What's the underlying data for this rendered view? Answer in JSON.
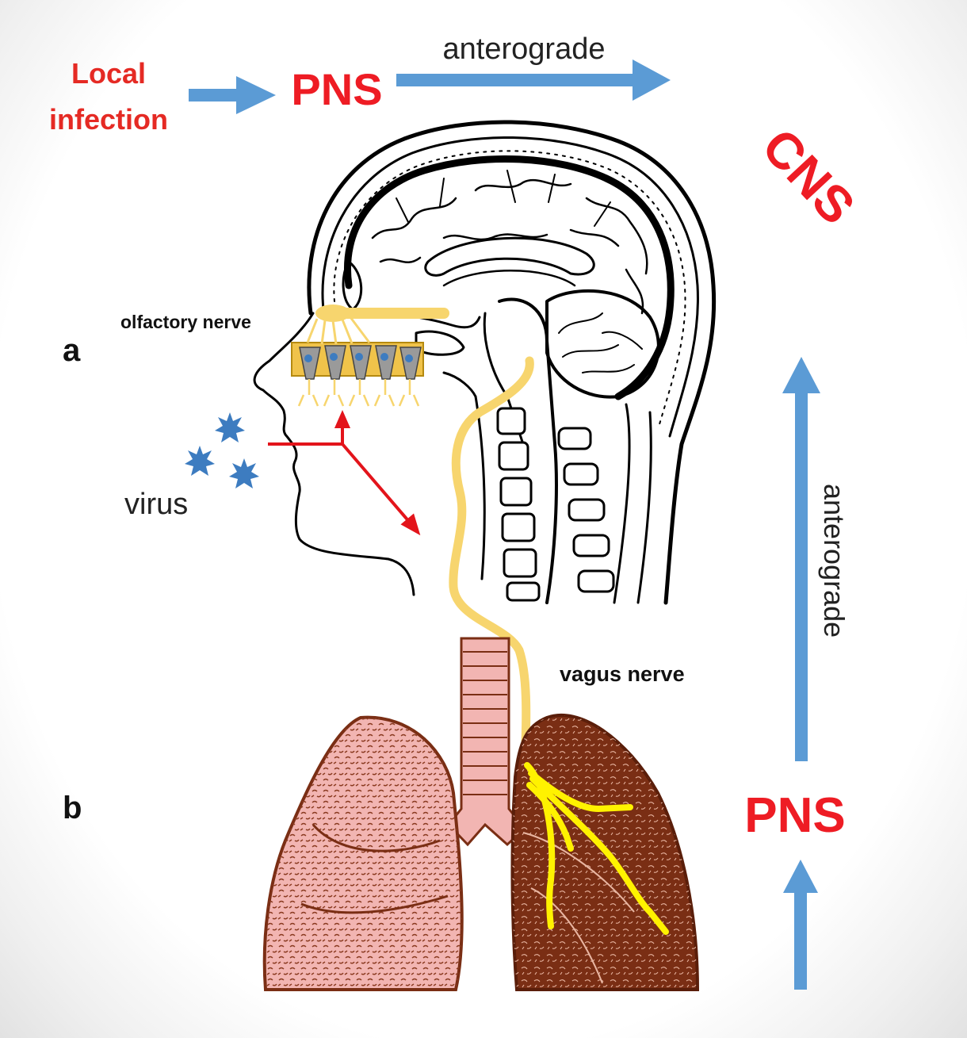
{
  "labels": {
    "local_infection_line1": "Local",
    "local_infection_line2": "infection",
    "pns_top": "PNS",
    "anterograde_top": "anterograde",
    "cns": "CNS",
    "olfactory_nerve": "olfactory nerve",
    "panel_a": "a",
    "virus": "virus",
    "anterograde_side": "anterograde",
    "vagus_nerve": "vagus nerve",
    "panel_b": "b",
    "pns_bottom": "PNS"
  },
  "colors": {
    "arrow_blue": "#5b9bd5",
    "label_red": "#ee1c24",
    "nerve_yellow": "#f7d56e",
    "nerve_bright": "#fff200",
    "lung_left": "#f2b5b2",
    "lung_right": "#7a2e14",
    "virus_blue": "#3d7cc0",
    "red_path": "#e3141b"
  }
}
